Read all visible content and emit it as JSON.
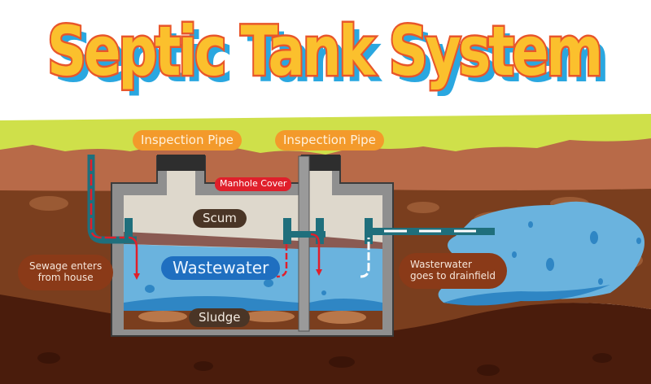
{
  "title": "Septic Tank System",
  "labels": {
    "inspection_pipe_1": "Inspection Pipe",
    "inspection_pipe_2": "Inspection Pipe",
    "manhole_cover": "Manhole Cover",
    "scum": "Scum",
    "wastewater": "Wastewater",
    "sludge": "Sludge",
    "sewage_enters_line1": "Sewage enters",
    "sewage_enters_line2": "from house",
    "drainfield_line1": "Wasterwater",
    "drainfield_line2": "goes to drainfield"
  },
  "colors": {
    "title_fill": "#f9a825",
    "title_outline": "#e8562a",
    "title_shadow": "#2aa7e0",
    "grass": "#cfe04a",
    "topsoil": "#b86a48",
    "soil": "#7a3e1e",
    "deep_soil": "#4a1c0c",
    "water": "#6ab3de",
    "water_dark": "#2f86c4",
    "tank_wall": "#8f8f8f",
    "tank_air": "#ded8cc",
    "pipe": "#1f6f7c",
    "flow_red": "#e01f2b",
    "flow_white": "#ffffff"
  }
}
